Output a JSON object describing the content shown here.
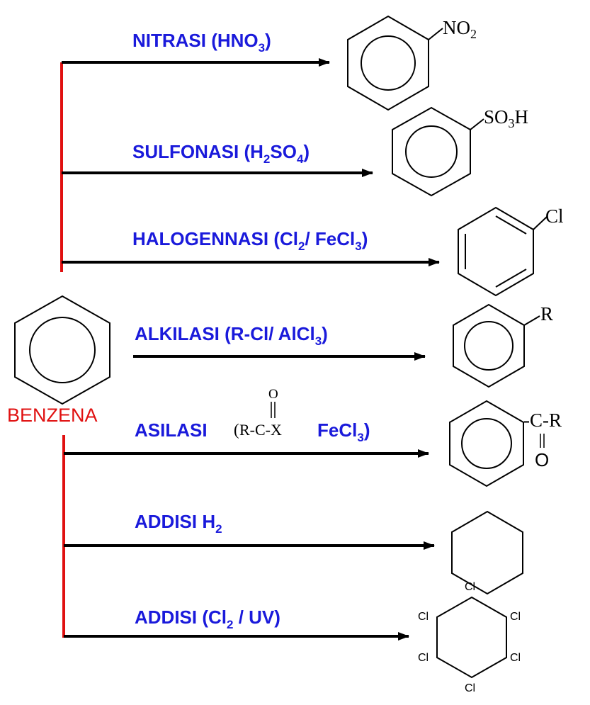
{
  "colors": {
    "reaction_label": "#1a1adb",
    "trunk": "#e01010",
    "benzena_label": "#e01010",
    "arrow": "#000000",
    "structure": "#000000"
  },
  "start": {
    "label": "BENZENA"
  },
  "reactions": [
    {
      "id": "nitrasi",
      "label_text": "NITRASI (HNO",
      "label_sub": "3",
      "label_close": ")",
      "product_group": "NO",
      "product_group_sub": "2"
    },
    {
      "id": "sulfonasi",
      "label_text": "SULFONASI (H",
      "label_sub": "2",
      "label_mid": "SO",
      "label_sub2": "4",
      "label_close": ")",
      "product_group": "SO",
      "product_group_sub": "3",
      "product_group_end": "H"
    },
    {
      "id": "halogennasi",
      "label_text": "HALOGENNASI (Cl",
      "label_sub": "2",
      "label_mid": "/ FeCl",
      "label_sub2": "3",
      "label_close": ")",
      "product_group": "Cl"
    },
    {
      "id": "alkilasi",
      "label_text": "ALKILASI (R-Cl/ AlCl",
      "label_sub": "3",
      "label_close": ")",
      "product_group": "R"
    },
    {
      "id": "asilasi",
      "label_text": "ASILASI",
      "reagent_paren": "(",
      "reagent_main": "R-C-X",
      "reagent_o": "O",
      "label_mid": "FeCl",
      "label_sub2": "3",
      "label_close": ")",
      "product_group": "-C-R",
      "product_o": "O"
    },
    {
      "id": "addisi_h2",
      "label_text": "ADDISI  H",
      "label_sub": "2"
    },
    {
      "id": "addisi_cl2",
      "label_text": "ADDISI (Cl",
      "label_sub": "2",
      "label_close": " / UV)",
      "product_atoms": [
        "Cl",
        "Cl",
        "Cl",
        "Cl",
        "Cl",
        "Cl"
      ]
    }
  ]
}
